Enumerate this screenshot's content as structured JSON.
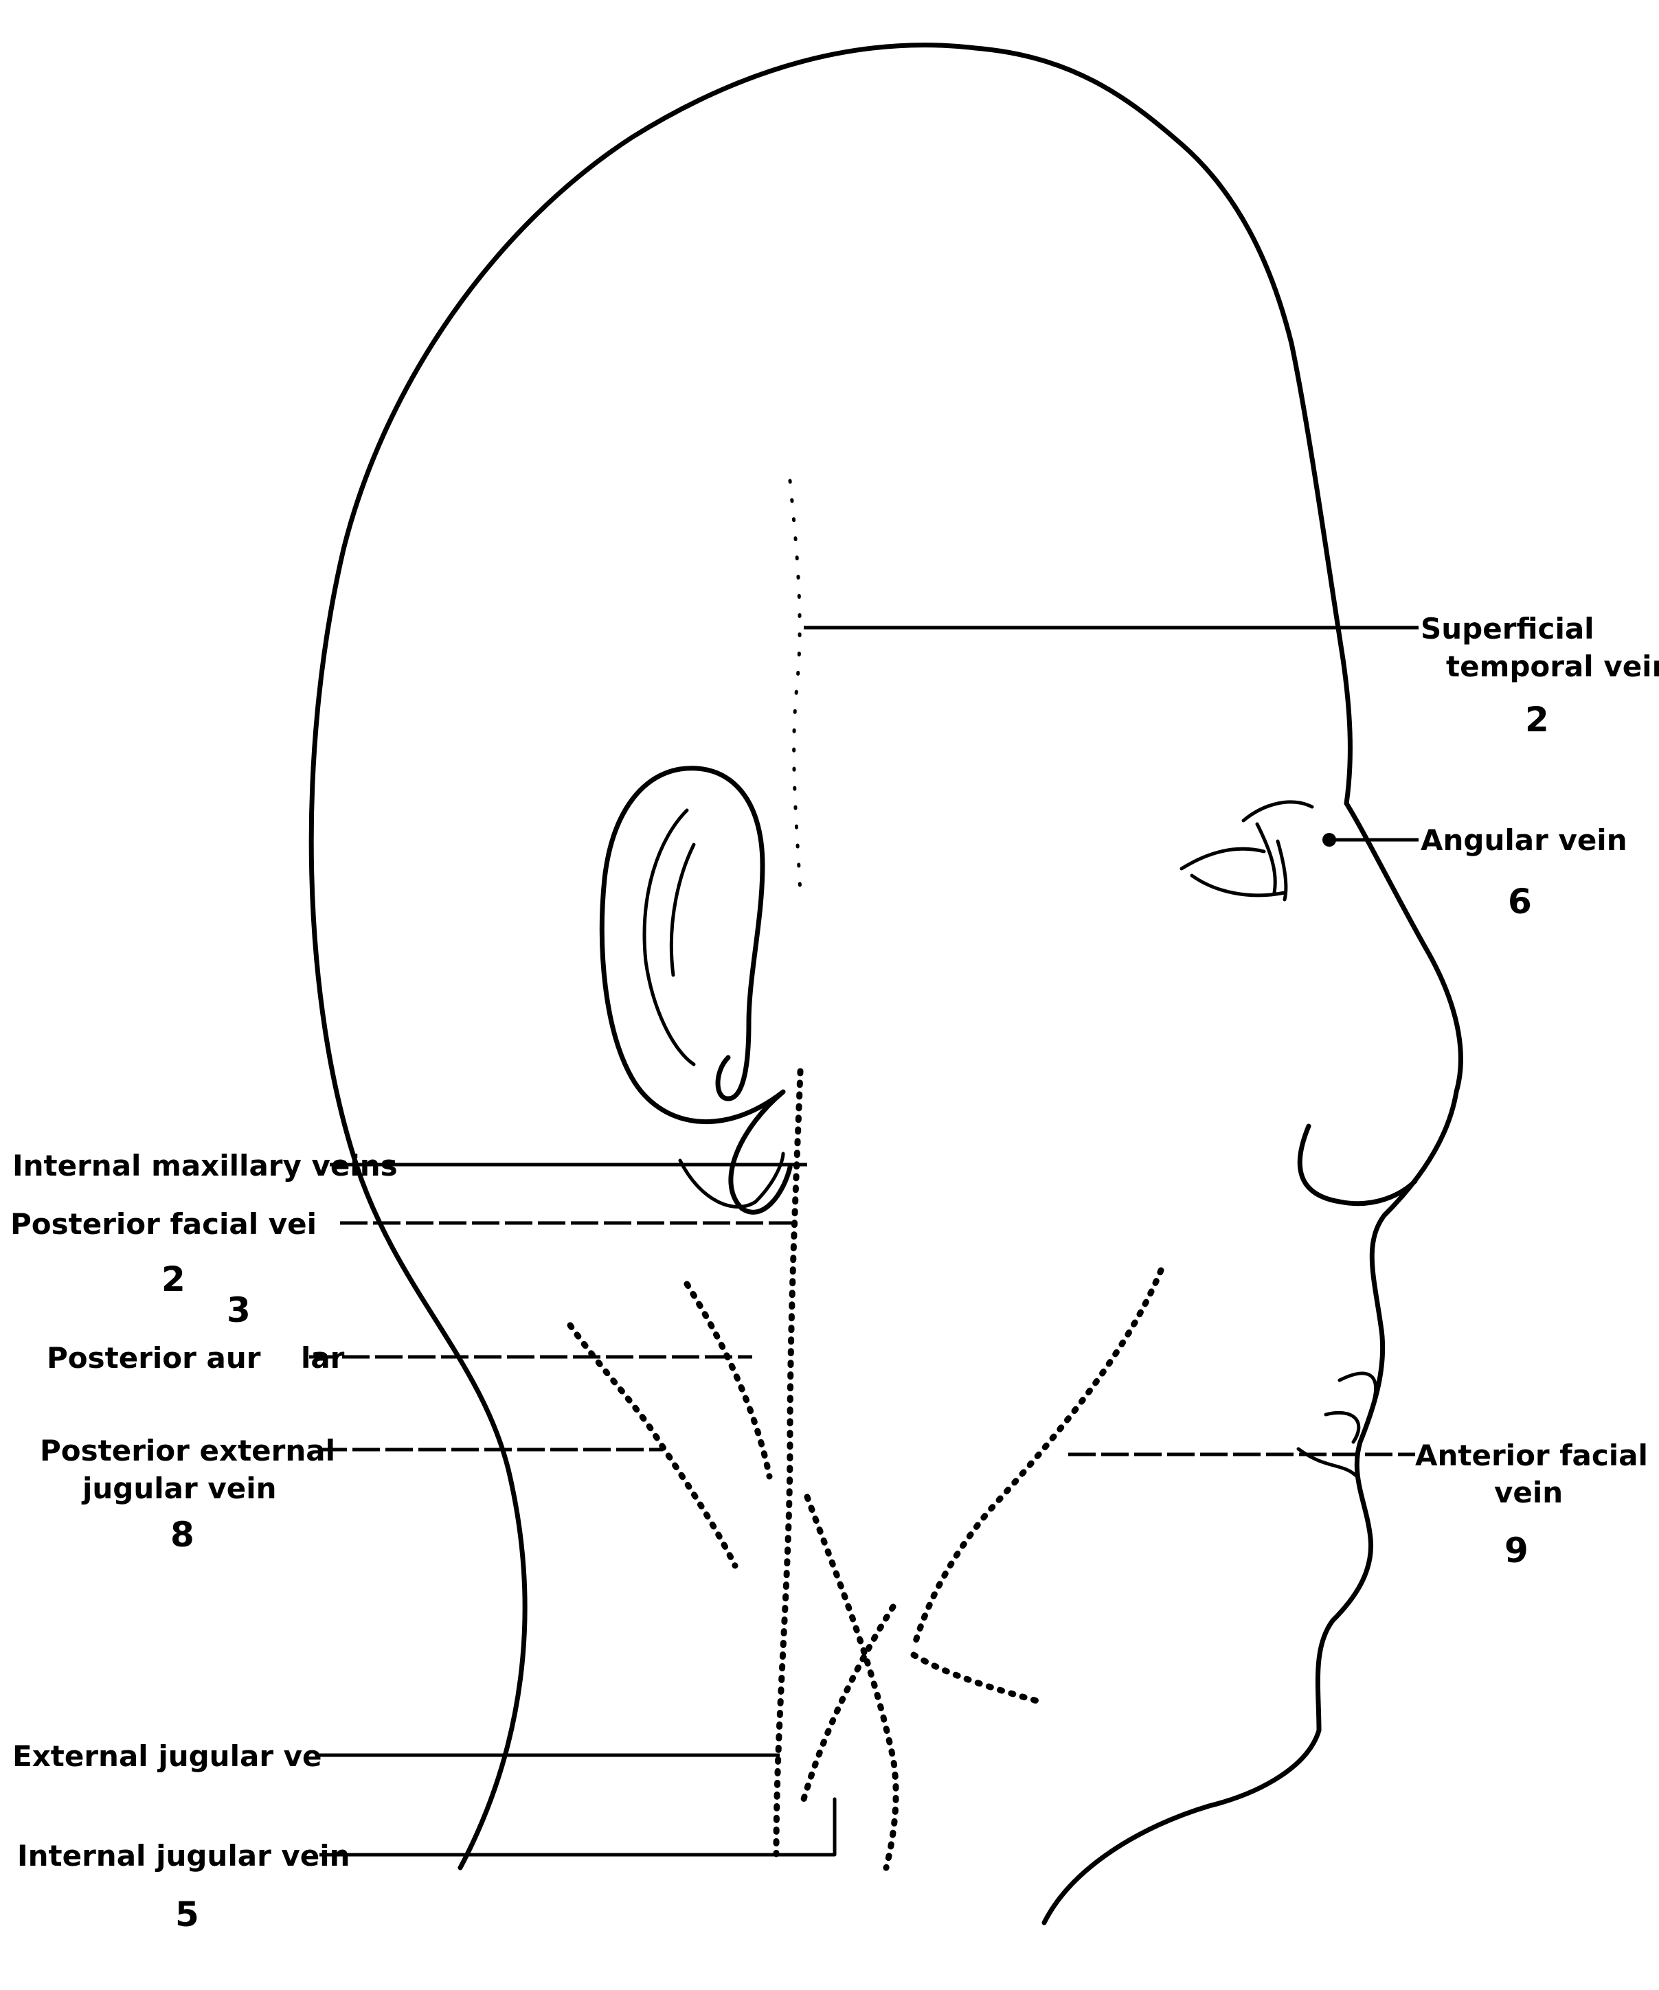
{
  "labels": {
    "superficial_temporal": [
      "Superficial",
      "temporal vein"
    ],
    "superficial_temporal_num": "2",
    "angular": "Angular vein",
    "angular_num": "6",
    "anterior_facial": [
      "Anterior facial",
      "vein"
    ],
    "anterior_facial_num": "9",
    "internal_maxillary": "Internal maxillary veins",
    "posterior_facial": "Posterior facial vei",
    "posterior_facial_nums": [
      "2",
      "3"
    ],
    "posterior_auricular": "Posterior aur    lar",
    "posterior_external_jugular": [
      "Posterior external",
      "jugular vein"
    ],
    "posterior_external_jugular_num": "8",
    "external_jugular": "External jugular ve",
    "internal_jugular": "Internal jugular vein",
    "internal_jugular_num": "5"
  }
}
